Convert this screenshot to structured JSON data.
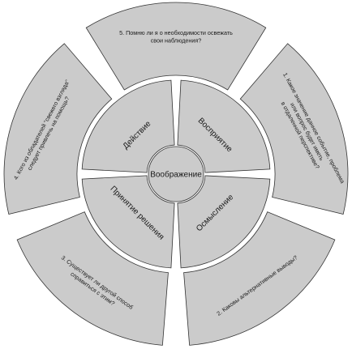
{
  "diagram": {
    "center": {
      "label": "Воображение"
    },
    "inner_ring": [
      {
        "name": "perception",
        "label": "Восприятие"
      },
      {
        "name": "comprehension",
        "label": "Осмысление"
      },
      {
        "name": "decision",
        "label": "Принятие решения"
      },
      {
        "name": "action",
        "label": "Действие"
      }
    ],
    "outer_ring": [
      {
        "name": "question-5",
        "lines": [
          "5. Помню ли я о необходимости освежать",
          "свои наблюдения?"
        ]
      },
      {
        "name": "question-1",
        "lines": [
          "1. Какое значение данное событие, проблема",
          "или вопрос будет иметь",
          "в отдаленной перспективе?"
        ]
      },
      {
        "name": "question-2",
        "lines": [
          "2. Каковы альтернативные выводы?"
        ]
      },
      {
        "name": "question-3",
        "lines": [
          "3. Существует ли другой способ",
          "справиться с этим?"
        ]
      },
      {
        "name": "question-4",
        "lines": [
          "4. Кого из обладателей \"свежего взгляда\"",
          "следует привлечь на помощь?"
        ]
      }
    ],
    "colors": {
      "fill": "#cbcbcb",
      "stroke": "#333333",
      "gap": "#ffffff"
    }
  }
}
